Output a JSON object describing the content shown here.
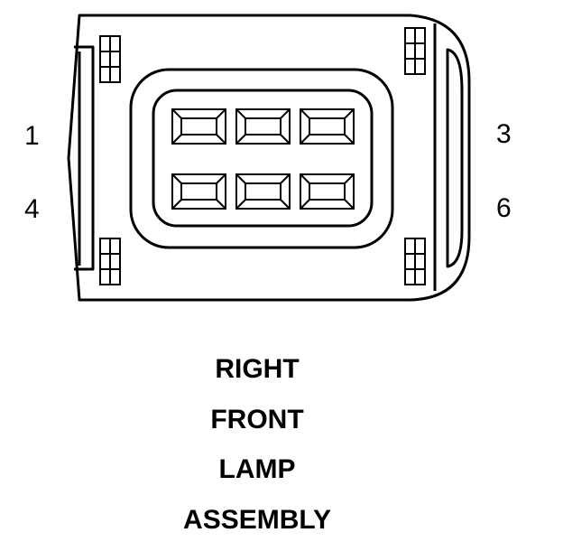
{
  "connector": {
    "pin_labels": {
      "top_left": "1",
      "bottom_left": "4",
      "top_right": "3",
      "bottom_right": "6"
    },
    "cavity_rows": 2,
    "cavities_per_row": 3
  },
  "caption": {
    "line1": "RIGHT",
    "line2": "FRONT",
    "line3": "LAMP",
    "line4": "ASSEMBLY"
  },
  "colors": {
    "stroke": "#000000",
    "background": "#ffffff"
  }
}
